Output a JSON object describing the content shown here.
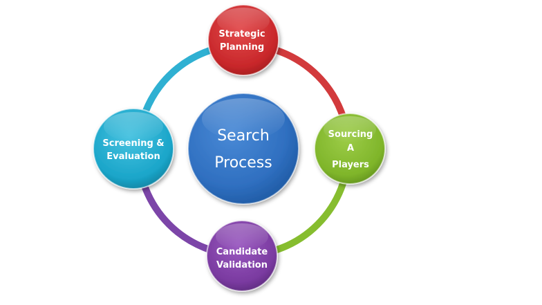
{
  "diagram": {
    "center": {
      "lines": [
        "Search",
        "Process"
      ],
      "color": "#2f6fc0"
    },
    "nodes": [
      {
        "id": "strategic-planning",
        "lines": [
          "Strategic",
          "Planning"
        ],
        "color": "#c8272a"
      },
      {
        "id": "sourcing-a-players",
        "lines": [
          "Sourcing",
          "A",
          "Players"
        ],
        "color": "#7fb52a"
      },
      {
        "id": "candidate-validation",
        "lines": [
          "Candidate",
          "Validation"
        ],
        "color": "#7a3aa0"
      },
      {
        "id": "screening-evaluation",
        "lines": [
          "Screening &",
          "Evaluation"
        ],
        "color": "#1aa5c9"
      }
    ],
    "ring_colors": {
      "top_right": "#d23a3c",
      "bottom_right": "#86bd2f",
      "bottom_left": "#7c45a8",
      "top_left": "#2fb0d2"
    }
  }
}
